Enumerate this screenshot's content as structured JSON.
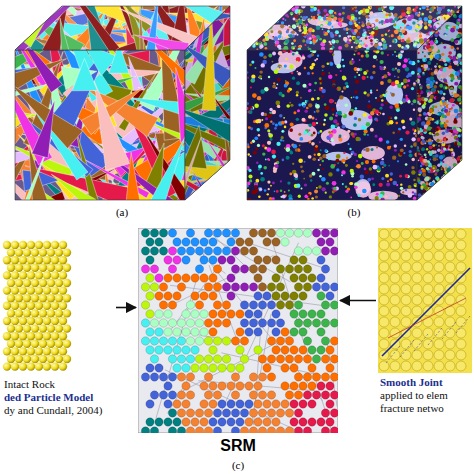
{
  "diagram": {
    "nodes": [
      {
        "text": [
          "Intact Rock",
          "ded Particle Model",
          "dy and Cundall, 2004)"
        ]
      },
      {
        "text": [
          "SRM"
        ]
      },
      {
        "text": [
          "Smooth Joint",
          "applied to elem",
          "fracture netwo"
        ]
      }
    ],
    "edges": [
      {
        "from": 0,
        "to": 1,
        "arrow": "to"
      },
      {
        "from": 2,
        "to": 1,
        "arrow": "to"
      }
    ],
    "labels": [
      "(a)",
      "(b)",
      "(c)"
    ]
  }
}
